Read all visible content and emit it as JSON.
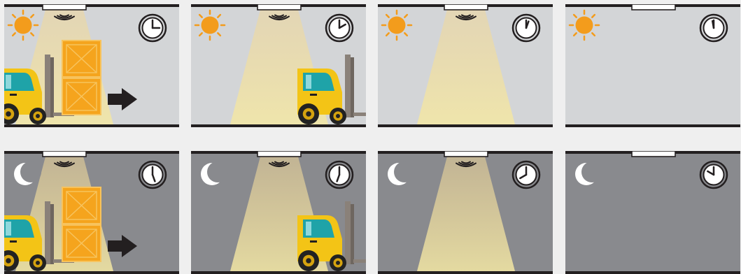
{
  "panels": [
    {
      "row": "day",
      "sensor_active": true,
      "light": "on",
      "forklift": "entering",
      "boxes": true,
      "arrow": true,
      "clock_hand_deg": 90
    },
    {
      "row": "day",
      "sensor_active": true,
      "light": "on",
      "forklift": "leaving",
      "boxes": false,
      "arrow": false,
      "clock_hand_deg": 60
    },
    {
      "row": "day",
      "sensor_active": true,
      "light": "on",
      "forklift": "none",
      "boxes": false,
      "arrow": false,
      "clock_hand_deg": 20
    },
    {
      "row": "day",
      "sensor_active": false,
      "light": "off",
      "forklift": "none",
      "boxes": false,
      "arrow": false,
      "clock_hand_deg": 350
    },
    {
      "row": "night",
      "sensor_active": true,
      "light": "on",
      "forklift": "entering",
      "boxes": true,
      "arrow": true,
      "clock_hand_deg": 160
    },
    {
      "row": "night",
      "sensor_active": true,
      "light": "on",
      "forklift": "leaving",
      "boxes": false,
      "arrow": false,
      "clock_hand_deg": 200
    },
    {
      "row": "night",
      "sensor_active": true,
      "light": "on",
      "forklift": "none",
      "boxes": false,
      "arrow": false,
      "clock_hand_deg": 240
    },
    {
      "row": "night",
      "sensor_active": false,
      "light": "off",
      "forklift": "none",
      "boxes": false,
      "arrow": false,
      "clock_hand_deg": 300
    }
  ],
  "icons": {
    "day": "sun-icon",
    "night": "moon-icon",
    "timer": "clock-icon",
    "sensor": "motion-sensor-icon",
    "direction": "arrow-right-icon"
  },
  "colors": {
    "day_background": "#d3d5d7",
    "night_background": "#898a8e",
    "sun": "#f39c1c",
    "moon": "#ffffff",
    "light_beam": "#f0d79a",
    "forklift": "#f3c416",
    "boxes": "#f5a41d",
    "frame": "#231f20"
  }
}
